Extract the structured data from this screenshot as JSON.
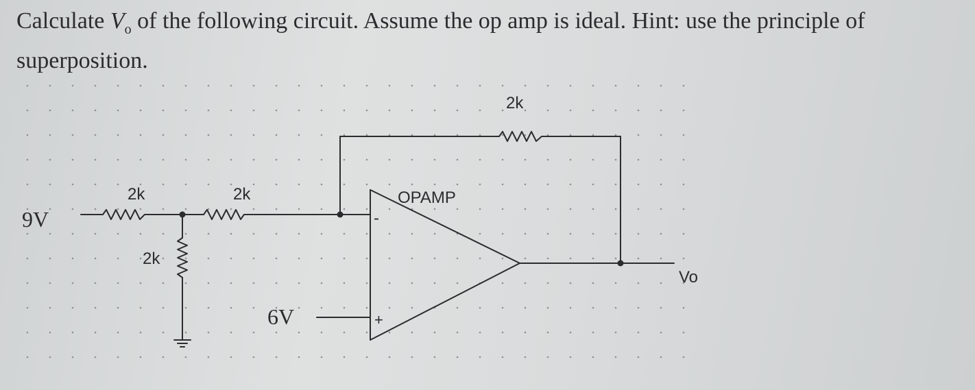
{
  "question": {
    "part1": "Calculate ",
    "vo_symbol": "V",
    "vo_subscript": "o",
    "part2": " of the following circuit. Assume the op amp is ideal.  Hint: use the principle of superposition."
  },
  "circuit": {
    "source_left": "9V",
    "source_bottom": "6V",
    "r_series_1": "2k",
    "r_series_2": "2k",
    "r_shunt": "2k",
    "r_feedback": "2k",
    "opamp_label": "OPAMP",
    "minus_sign": "-",
    "plus_sign": "+",
    "output_label": "Vo"
  },
  "colors": {
    "ink": "#2c2c2e",
    "paper": "#d9dbdc",
    "dot": "#8e9294"
  }
}
